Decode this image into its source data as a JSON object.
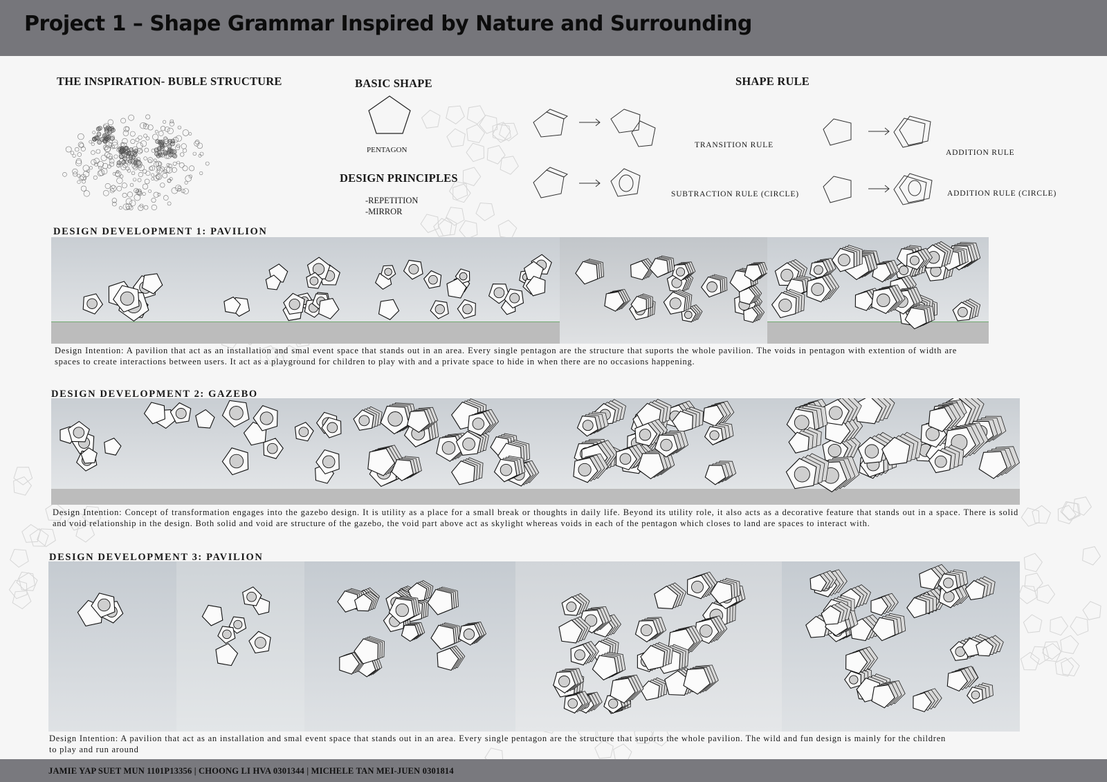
{
  "header": {
    "title": "Project 1 – Shape Grammar Inspired by Nature and Surrounding"
  },
  "inspiration": {
    "heading": "THE INSPIRATION- BUBLE STRUCTURE",
    "image_icon": "bubble-lattice-icon"
  },
  "basic_shape": {
    "heading": "BASIC SHAPE",
    "shape_label": "PENTAGON",
    "shape_icon": "pentagon-icon"
  },
  "design_principles": {
    "heading": "DESIGN PRINCIPLES",
    "items": [
      "-REPETITION",
      "-MIRROR"
    ]
  },
  "shape_rule": {
    "heading": "SHAPE RULE",
    "rules": [
      {
        "label": "TRANSITION RULE",
        "icon": "transition-rule-icon"
      },
      {
        "label": "ADDITION RULE",
        "icon": "addition-rule-icon"
      },
      {
        "label": "SUBTRACTION RULE (CIRCLE)",
        "icon": "subtraction-rule-circle-icon"
      },
      {
        "label": "ADDITION RULE (CIRCLE)",
        "icon": "addition-rule-circle-icon"
      }
    ]
  },
  "developments": [
    {
      "title": "DESIGN DEVELOPMENT 1: PAVILION",
      "intention": "Design Intention: A pavilion that act as an installation and smal event space that stands out in an area. Every single pentagon are the structure that suports the whole pavilion. The voids in pentagon with extention of width are spaces to create interactions between users. It act as a playground for children to play with and a private space to hide in when there are no occasions happening."
    },
    {
      "title": "DESIGN DEVELOPMENT 2: GAZEBO",
      "intention": "Design Intention: Concept of transformation engages into the gazebo design. It is utility as a place for a small break or thoughts in daily life. Beyond its utility role, it also acts as a decorative feature that stands out in a space. There is solid and void relationship in the design. Both solid and void are structure of the gazebo, the void part above act as skylight whereas voids in each of the pentagon which closes to land are spaces to interact with."
    },
    {
      "title": "DESIGN DEVELOPMENT 3: PAVILION",
      "intention": "Design Intention: A pavilion that act as an installation and smal event space that stands out in an area. Every single pentagon are the structure that suports the whole pavilion. The wild and fun design is mainly for the children to play and run around"
    }
  ],
  "footer": {
    "credits": "JAMIE YAP SUET MUN 1101P13356  |  CHOONG LI HVA 0301344  |  MICHELE TAN MEI-JUEN 0301814"
  }
}
